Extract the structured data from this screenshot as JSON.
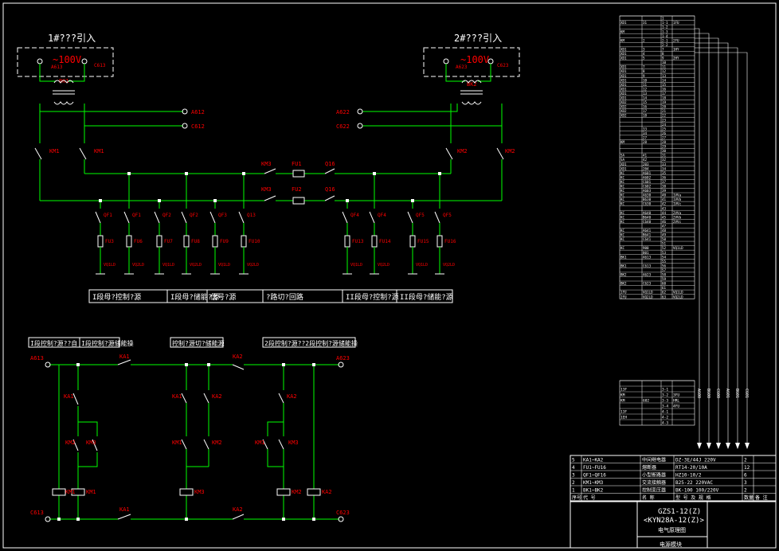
{
  "colors": {
    "background": "#000000",
    "wire": "#00ff00",
    "label": "#ff0000",
    "frame": "#ffffff",
    "terminal": "#ffffff"
  },
  "supply": {
    "left": {
      "title": "1#???引入",
      "voltage": "~100V",
      "left_pin": "A613",
      "right_pin": "C613",
      "transformer": "BK1"
    },
    "right": {
      "title": "2#???引入",
      "voltage": "~100V",
      "left_pin": "A623",
      "right_pin": "C623",
      "transformer": "BK2"
    }
  },
  "bus_terminals": {
    "left": [
      "A612",
      "C612"
    ],
    "right": [
      "A622",
      "C622"
    ]
  },
  "contactors": {
    "km1": "KM1",
    "km2": "KM2",
    "km3": "KM3"
  },
  "fuses_main": {
    "fu1": "FU1",
    "fu2": "FU2",
    "qf15": "Q16",
    "qf16": "Q16"
  },
  "breakers": [
    "QF1",
    "QF1",
    "QF2",
    "QF2",
    "QF3",
    "Q13",
    "QF4",
    "QF4",
    "QF5",
    "QF5"
  ],
  "branch_fuses": [
    "FU3",
    "FU6",
    "FU7",
    "FU8",
    "FU9",
    "FU10",
    "FU13",
    "FU14",
    "FU15",
    "FU16"
  ],
  "branch_outputs": [
    "VQ1LD",
    "VQ2LD",
    "VQ1LD",
    "VQ2LD",
    "VQ1LD",
    "VQ2LD",
    "VQ1LD",
    "VQ2LD",
    "VQ1LD",
    "VQ2LD"
  ],
  "legend_cells": [
    "I段母?控制?源",
    "I段母?储能?源",
    "信号?源",
    "?路切?回路",
    "II段母?控制?源",
    "II段母?储能?源"
  ],
  "ctrl_section_titles": [
    "I段控制?源??自",
    "I段控制?源储能操",
    "控制?源切?储能源",
    "2段控制?源??2段控制?源储能操"
  ],
  "ctrl_terminals": {
    "top_left": "A613",
    "top_right": "A623",
    "bottom_left": "C613",
    "bottom_right": "C623"
  },
  "ctrl_labels": {
    "ka1": "KA1",
    "ka2": "KA2",
    "km1": "KM1",
    "km2": "KM2",
    "km3": "KM3"
  },
  "terminal_block": {
    "rows": [
      [
        "",
        "",
        "1",
        ""
      ],
      [
        "XD1",
        "31",
        "1-1",
        "1FU"
      ],
      [
        "",
        "",
        "1-2",
        ""
      ],
      [
        "KM",
        "",
        "1-3",
        ""
      ],
      [
        "",
        "",
        "1-4",
        ""
      ],
      [
        "KM",
        "2",
        "2-1",
        "2FU"
      ],
      [
        "",
        "",
        "2-2",
        ""
      ],
      [
        "XD1",
        "3",
        "7",
        "1HY"
      ],
      [
        "XD1",
        "4",
        "8",
        ""
      ],
      [
        "XD1",
        "5",
        "9",
        "2HY"
      ],
      [
        "",
        "",
        "10",
        ""
      ],
      [
        "XD1",
        "7",
        "11",
        ""
      ],
      [
        "XD1",
        "8",
        "12",
        ""
      ],
      [
        "XD1",
        "9",
        "13",
        ""
      ],
      [
        "XD1",
        "10",
        "14",
        ""
      ],
      [
        "XD1",
        "11",
        "15",
        ""
      ],
      [
        "XD1",
        "12",
        "16",
        ""
      ],
      [
        "XD1",
        "13",
        "17",
        ""
      ],
      [
        "XD1",
        "14",
        "18",
        ""
      ],
      [
        "XD2",
        "15",
        "19",
        ""
      ],
      [
        "XD2",
        "16",
        "20",
        ""
      ],
      [
        "XD2",
        "17",
        "21",
        ""
      ],
      [
        "XD2",
        "18",
        "22",
        ""
      ],
      [
        "",
        "",
        "23",
        ""
      ],
      [
        "",
        "",
        "24",
        ""
      ],
      [
        "",
        "33",
        "25",
        ""
      ],
      [
        "",
        "34",
        "26",
        ""
      ],
      [
        "",
        "27",
        "27",
        ""
      ],
      [
        "KM",
        "28",
        "28",
        ""
      ],
      [
        "",
        "",
        "29",
        ""
      ],
      [
        "",
        "",
        "30",
        ""
      ],
      [
        "SA",
        "41",
        "31",
        ""
      ],
      [
        "SA",
        "42",
        "32",
        ""
      ],
      [
        "XD1",
        "203",
        "33",
        ""
      ],
      [
        "XD1",
        "204",
        "34",
        ""
      ],
      [
        "KC",
        "A601",
        "35",
        ""
      ],
      [
        "KC",
        "A602",
        "36",
        ""
      ],
      [
        "KC",
        "C601",
        "37",
        ""
      ],
      [
        "KC",
        "C602",
        "38",
        ""
      ],
      [
        "KC",
        "A603",
        "39",
        ""
      ],
      [
        "KC",
        "A630",
        "40",
        "1VVa"
      ],
      [
        "KC",
        "B630",
        "41",
        "1VVb"
      ],
      [
        "KC",
        "C630",
        "42",
        "1VVc"
      ],
      [
        "",
        "",
        "43",
        ""
      ],
      [
        "KC",
        "A640",
        "44",
        "2VVa"
      ],
      [
        "KC",
        "B640",
        "45",
        "2VVb"
      ],
      [
        "KC",
        "C640",
        "46",
        "2VVc"
      ],
      [
        "",
        "",
        "47",
        ""
      ],
      [
        "KC",
        "A641",
        "48",
        ""
      ],
      [
        "KC",
        "B641",
        "49",
        ""
      ],
      [
        "KC",
        "C641",
        "50",
        ""
      ],
      [
        "",
        "",
        "51",
        ""
      ],
      [
        "KC",
        "900",
        "52",
        "VQ1LD"
      ],
      [
        "",
        "801",
        "53",
        ""
      ],
      [
        "BK1",
        "A613",
        "54",
        ""
      ],
      [
        "",
        "",
        "55",
        ""
      ],
      [
        "BK1",
        "C613",
        "56",
        ""
      ],
      [
        "",
        "",
        "57",
        ""
      ],
      [
        "BK2",
        "A623",
        "58",
        ""
      ],
      [
        "",
        "",
        "59",
        ""
      ],
      [
        "BK2",
        "C623",
        "60",
        ""
      ],
      [
        "",
        "",
        "61",
        ""
      ],
      [
        "1FU",
        "VQ1LD",
        "62",
        "VQ1LD"
      ],
      [
        "2FU",
        "VQ2LD",
        "63",
        "VQ2LD"
      ]
    ],
    "rows2": [
      [
        "",
        "",
        "",
        ""
      ],
      [
        "13F",
        "",
        "3-1",
        ""
      ],
      [
        "KM",
        "",
        "3-2",
        "3FU"
      ],
      [
        "KM",
        "602",
        "3-3",
        "HRL"
      ],
      [
        "",
        "",
        "3-4",
        "4FU"
      ],
      [
        "13F",
        "",
        "4-1",
        ""
      ],
      [
        "1EH",
        "",
        "4-2",
        ""
      ],
      [
        "",
        "",
        "4-3",
        ""
      ]
    ],
    "wire_labels": [
      "A600",
      "B600",
      "C600",
      "A601",
      "B601",
      "C601"
    ]
  },
  "bom": {
    "rows": [
      [
        "5",
        "KA1~KA2",
        "中间继电器",
        "DZ-3E/44J 220V",
        "2",
        ""
      ],
      [
        "4",
        "FU1~FU16",
        "熔断器",
        "RT14-20/10A",
        "12",
        ""
      ],
      [
        "3",
        "QF1~QF16",
        "小型断路器",
        "HZ10-10/2",
        "6",
        ""
      ],
      [
        "2",
        "KM1~KM3",
        "交流接触器",
        "B25-22 220VAC",
        "3",
        ""
      ],
      [
        "1",
        "BK1~BK2",
        "控制变压器",
        "BK-100 100/220V",
        "2",
        ""
      ]
    ],
    "header": [
      "序号",
      "代 号",
      "名 称",
      "型 号 及 规 格",
      "数量",
      "备 注"
    ]
  },
  "title_block": {
    "line1": "GZS1-12(Z)",
    "line2": "<KYN28A-12(Z)>",
    "line3": "电气原理图",
    "bottom": "电源模块"
  }
}
